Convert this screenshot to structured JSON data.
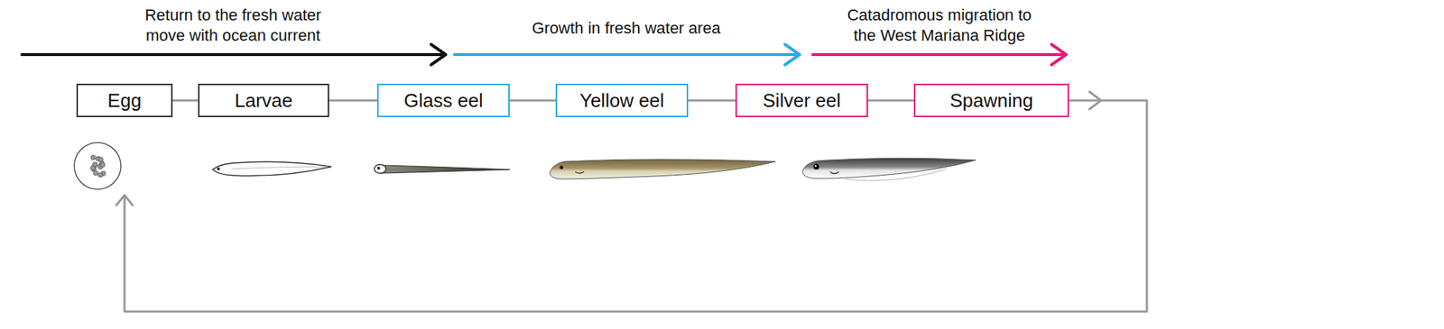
{
  "diagram": {
    "nodes": [
      {
        "text": [
          "Egg"
        ]
      },
      {
        "text": [
          "Larvae"
        ]
      },
      {
        "text": [
          "Glass eel"
        ]
      },
      {
        "text": [
          "Yellow eel"
        ]
      },
      {
        "text": [
          "Silver eel"
        ]
      },
      {
        "text": [
          "Spawning"
        ]
      }
    ],
    "edges": [
      {
        "from": 0,
        "to": 1,
        "arrow": "none"
      },
      {
        "from": 1,
        "to": 2,
        "arrow": "none"
      },
      {
        "from": 2,
        "to": 3,
        "arrow": "none"
      },
      {
        "from": 3,
        "to": 4,
        "arrow": "none"
      },
      {
        "from": 4,
        "to": 5,
        "arrow": "none"
      },
      {
        "from": 5,
        "to": 0,
        "arrow": "to"
      }
    ],
    "labels": [
      "Return to the fresh water move with ocean current",
      "Growth in fresh water area",
      "Catadromous migration to the West Mariana Ridge"
    ]
  }
}
